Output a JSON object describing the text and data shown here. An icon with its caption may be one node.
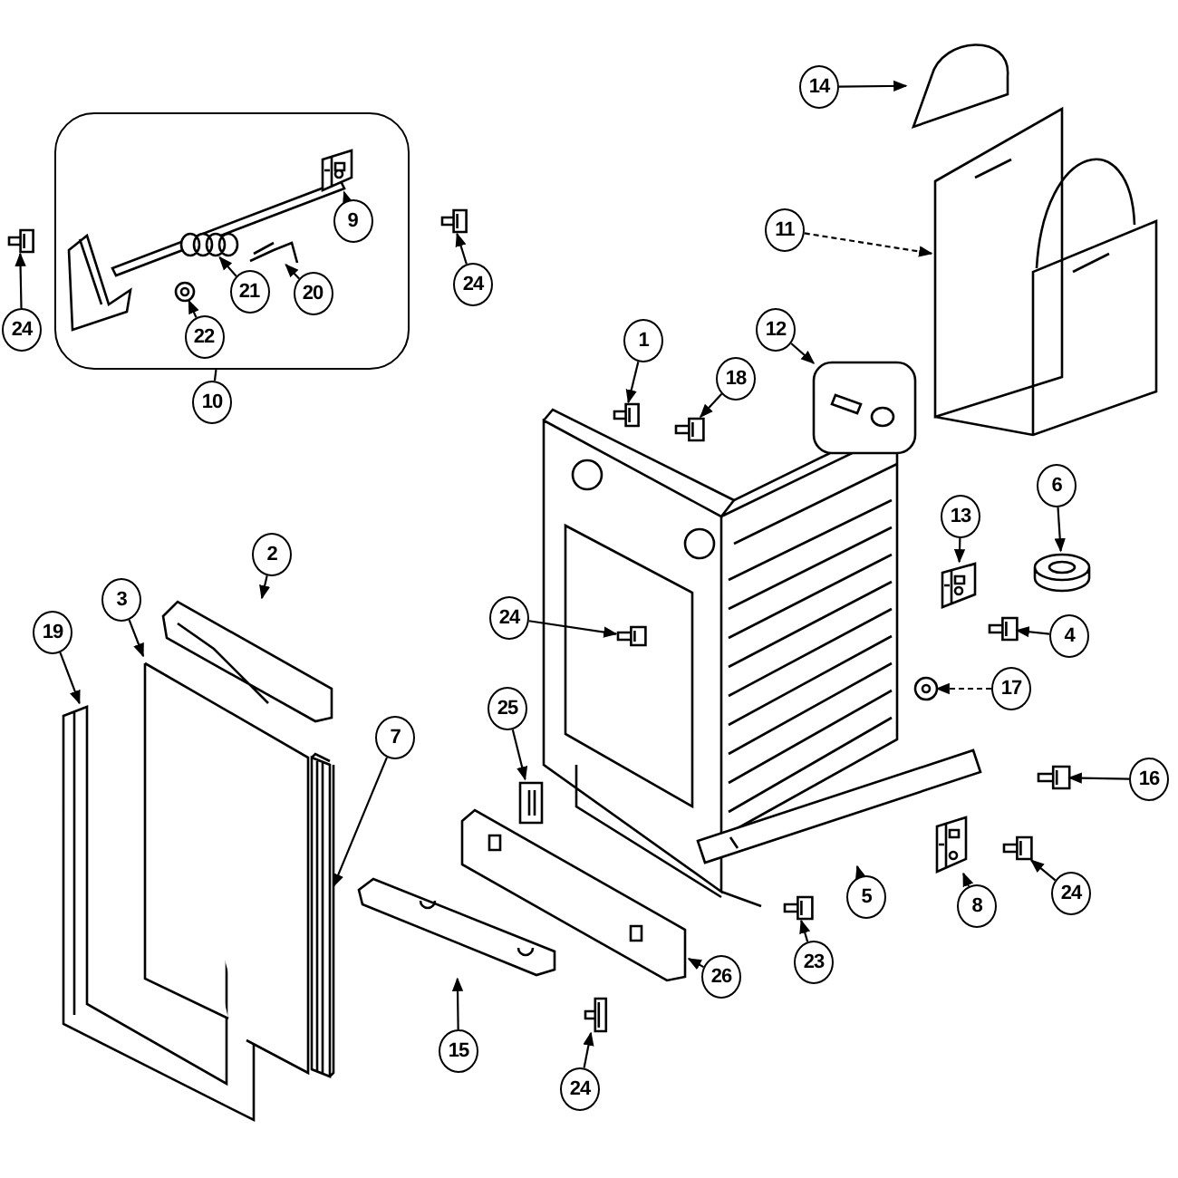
{
  "diagram": {
    "nodes": [
      {
        "text": [
          "24"
        ]
      },
      {
        "text": [],
        "shape": "picture"
      },
      {
        "text": [
          "10"
        ]
      },
      {
        "text": [],
        "shape": "box"
      },
      {
        "text": [
          "9"
        ],
        "in": 3
      },
      {
        "text": [],
        "shape": "picture",
        "in": 3
      },
      {
        "text": [
          "20"
        ],
        "in": 3
      },
      {
        "text": [],
        "shape": "picture",
        "in": 3
      },
      {
        "text": [
          "21"
        ],
        "in": 3
      },
      {
        "text": [],
        "shape": "picture",
        "in": 3
      },
      {
        "text": [
          "22"
        ],
        "in": 3
      },
      {
        "text": [],
        "shape": "picture",
        "in": 3
      },
      {
        "text": [
          "24"
        ]
      },
      {
        "text": [],
        "shape": "picture"
      },
      {
        "text": [
          "14"
        ]
      },
      {
        "text": [],
        "shape": "picture"
      },
      {
        "text": [
          "11"
        ]
      },
      {
        "text": [],
        "shape": "picture"
      },
      {
        "text": [
          "1"
        ]
      },
      {
        "text": [],
        "shape": "picture"
      },
      {
        "text": [
          "18"
        ]
      },
      {
        "text": [],
        "shape": "picture"
      },
      {
        "text": [
          "12"
        ]
      },
      {
        "text": [],
        "shape": "picture"
      },
      {
        "text": [
          "13"
        ]
      },
      {
        "text": [],
        "shape": "picture"
      },
      {
        "text": [
          "6"
        ]
      },
      {
        "text": [],
        "shape": "picture"
      },
      {
        "text": [
          "24"
        ]
      },
      {
        "text": [],
        "shape": "picture"
      },
      {
        "text": [
          "4"
        ]
      },
      {
        "text": [],
        "shape": "picture"
      },
      {
        "text": [
          "17"
        ]
      },
      {
        "text": [],
        "shape": "picture"
      },
      {
        "text": [
          "19"
        ]
      },
      {
        "text": [],
        "shape": "picture"
      },
      {
        "text": [
          "3"
        ]
      },
      {
        "text": [],
        "shape": "picture"
      },
      {
        "text": [
          "2"
        ]
      },
      {
        "text": [],
        "shape": "picture"
      },
      {
        "text": [
          "7"
        ]
      },
      {
        "text": [],
        "shape": "picture"
      },
      {
        "text": [
          "25"
        ]
      },
      {
        "text": [],
        "shape": "picture"
      },
      {
        "text": [
          "16"
        ]
      },
      {
        "text": [],
        "shape": "picture"
      },
      {
        "text": [
          "5"
        ]
      },
      {
        "text": [],
        "shape": "picture"
      },
      {
        "text": [
          "8"
        ]
      },
      {
        "text": [],
        "shape": "picture"
      },
      {
        "text": [
          "24"
        ]
      },
      {
        "text": [],
        "shape": "picture"
      },
      {
        "text": [
          "26"
        ]
      },
      {
        "text": [],
        "shape": "picture"
      },
      {
        "text": [
          "23"
        ]
      },
      {
        "text": [],
        "shape": "picture"
      },
      {
        "text": [
          "15"
        ]
      },
      {
        "text": [],
        "shape": "picture"
      },
      {
        "text": [
          "24"
        ]
      },
      {
        "text": [],
        "shape": "picture"
      }
    ],
    "edges": [
      {
        "from": 0,
        "to": 1,
        "arrow": "to"
      },
      {
        "from": 2,
        "to": 3,
        "arrow": "none"
      },
      {
        "from": 4,
        "to": 5,
        "arrow": "to"
      },
      {
        "from": 6,
        "to": 7,
        "arrow": "to"
      },
      {
        "from": 8,
        "to": 9,
        "arrow": "to"
      },
      {
        "from": 10,
        "to": 11,
        "arrow": "to"
      },
      {
        "from": 12,
        "to": 13,
        "arrow": "to"
      },
      {
        "from": 14,
        "to": 15,
        "arrow": "to"
      },
      {
        "from": 16,
        "to": 17,
        "arrow": "to",
        "style": "dashed"
      },
      {
        "from": 18,
        "to": 19,
        "arrow": "to"
      },
      {
        "from": 20,
        "to": 21,
        "arrow": "to"
      },
      {
        "from": 22,
        "to": 23,
        "arrow": "to"
      },
      {
        "from": 24,
        "to": 25,
        "arrow": "to"
      },
      {
        "from": 26,
        "to": 27,
        "arrow": "to"
      },
      {
        "from": 28,
        "to": 29,
        "arrow": "to"
      },
      {
        "from": 30,
        "to": 31,
        "arrow": "to"
      },
      {
        "from": 32,
        "to": 33,
        "arrow": "to",
        "style": "dashed"
      },
      {
        "from": 34,
        "to": 35,
        "arrow": "to"
      },
      {
        "from": 36,
        "to": 37,
        "arrow": "to"
      },
      {
        "from": 38,
        "to": 39,
        "arrow": "to"
      },
      {
        "from": 40,
        "to": 41,
        "arrow": "to"
      },
      {
        "from": 42,
        "to": 43,
        "arrow": "to"
      },
      {
        "from": 44,
        "to": 45,
        "arrow": "to"
      },
      {
        "from": 46,
        "to": 47,
        "arrow": "to"
      },
      {
        "from": 48,
        "to": 49,
        "arrow": "to"
      },
      {
        "from": 50,
        "to": 51,
        "arrow": "to"
      },
      {
        "from": 52,
        "to": 53,
        "arrow": "to"
      },
      {
        "from": 54,
        "to": 55,
        "arrow": "to"
      },
      {
        "from": 56,
        "to": 57,
        "arrow": "to"
      },
      {
        "from": 58,
        "to": 59,
        "arrow": "to"
      }
    ]
  }
}
